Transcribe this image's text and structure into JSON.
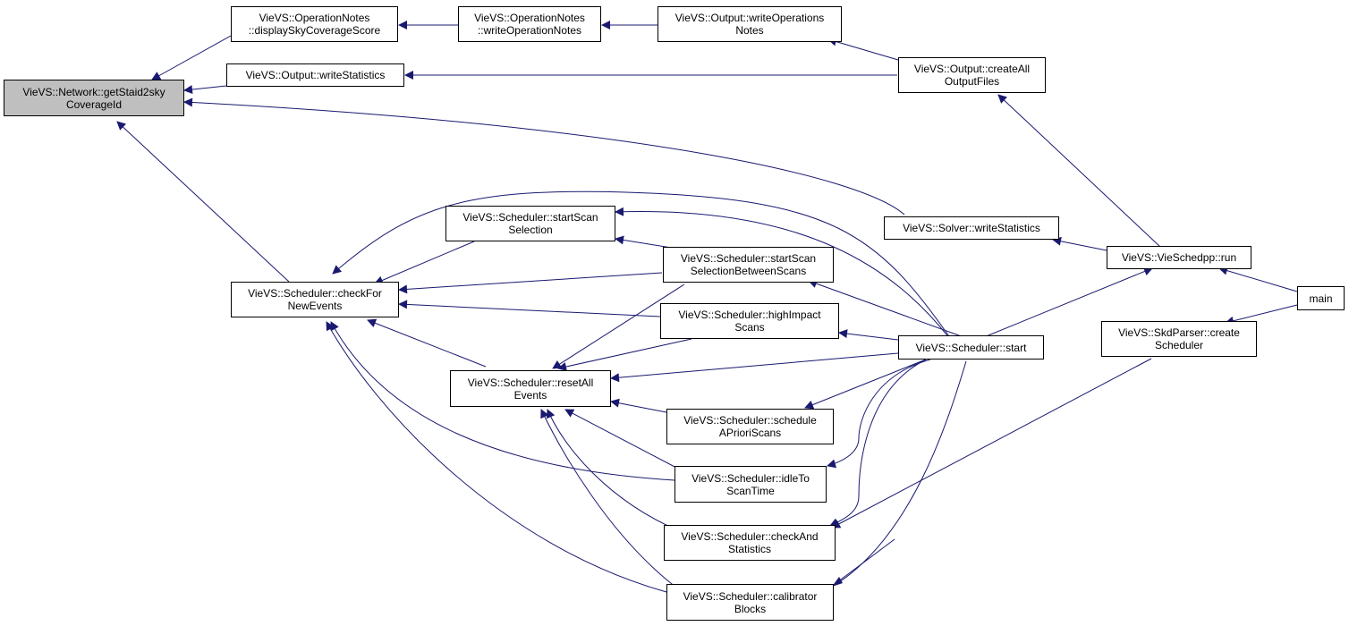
{
  "colors": {
    "edge": "#191970",
    "root_fill": "#bfbfbf",
    "node_fill": "#ffffff",
    "border": "#000000"
  },
  "nodes": {
    "getStaid": [
      "VieVS::Network::getStaid2sky",
      "CoverageId"
    ],
    "displaySky": [
      "VieVS::OperationNotes",
      "::displaySkyCoverageScore"
    ],
    "writeOpNotes": [
      "VieVS::OperationNotes",
      "::writeOperationNotes"
    ],
    "outWriteOps": [
      "VieVS::Output::writeOperations",
      "Notes"
    ],
    "outWriteStats": [
      "VieVS::Output::writeStatistics"
    ],
    "createAll": [
      "VieVS::Output::createAll",
      "OutputFiles"
    ],
    "solverWrite": [
      "VieVS::Solver::writeStatistics"
    ],
    "vieRun": [
      "VieVS::VieSchedpp::run"
    ],
    "main": [
      "main"
    ],
    "startScanSel": [
      "VieVS::Scheduler::startScan",
      "Selection"
    ],
    "startScanSelBetween": [
      "VieVS::Scheduler::startScan",
      "SelectionBetweenScans"
    ],
    "checkFor": [
      "VieVS::Scheduler::checkFor",
      "NewEvents"
    ],
    "highImpact": [
      "VieVS::Scheduler::highImpact",
      "Scans"
    ],
    "schedStart": [
      "VieVS::Scheduler::start"
    ],
    "skdParser": [
      "VieVS::SkdParser::create",
      "Scheduler"
    ],
    "resetAll": [
      "VieVS::Scheduler::resetAll",
      "Events"
    ],
    "scheduleApriori": [
      "VieVS::Scheduler::schedule",
      "APrioriScans"
    ],
    "idleTo": [
      "VieVS::Scheduler::idleTo",
      "ScanTime"
    ],
    "checkAnd": [
      "VieVS::Scheduler::checkAnd",
      "Statistics"
    ],
    "calibrator": [
      "VieVS::Scheduler::calibrator",
      "Blocks"
    ]
  }
}
